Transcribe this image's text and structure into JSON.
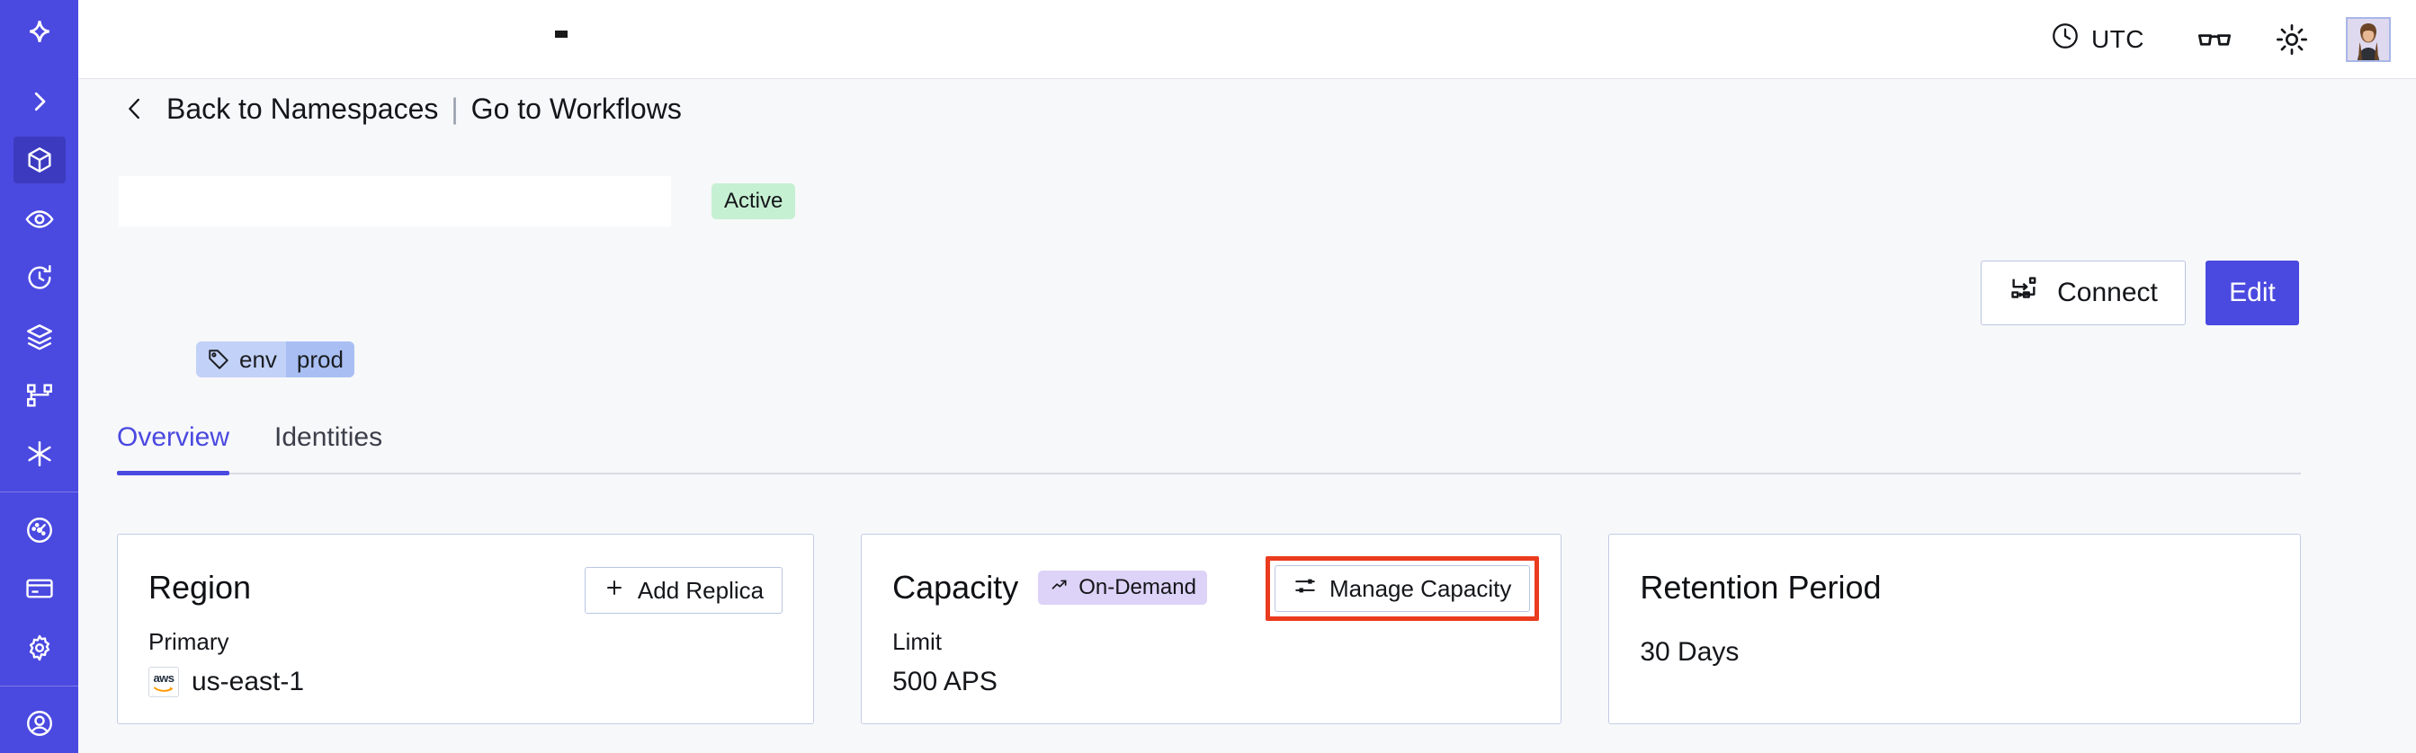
{
  "sidebar": {
    "items": [
      {
        "name": "logo",
        "icon": "star-logo-icon",
        "active": false
      },
      {
        "name": "expand",
        "icon": "chevron-right-icon",
        "active": false
      },
      {
        "name": "namespaces",
        "icon": "cube-icon",
        "active": true
      },
      {
        "name": "observability",
        "icon": "eye-icon",
        "active": false
      },
      {
        "name": "schedules",
        "icon": "clock-rewind-icon",
        "active": false
      },
      {
        "name": "layers",
        "icon": "layers-icon",
        "active": false
      },
      {
        "name": "workflows",
        "icon": "git-branch-icon",
        "active": false
      },
      {
        "name": "integrations",
        "icon": "asterisk-icon",
        "active": false
      },
      {
        "name": "usage",
        "icon": "gauge-icon",
        "active": false
      },
      {
        "name": "billing",
        "icon": "credit-card-icon",
        "active": false
      },
      {
        "name": "settings",
        "icon": "gear-icon",
        "active": false
      },
      {
        "name": "account",
        "icon": "user-circle-icon",
        "active": false
      }
    ]
  },
  "topbar": {
    "timezone_label": "UTC",
    "clock_icon": "clock-icon",
    "glasses_icon": "glasses-icon",
    "theme_icon": "sun-icon",
    "avatar_name": "avatar"
  },
  "breadcrumb": {
    "back_chevron": "chevron-left-icon",
    "back_label": "Back to Namespaces",
    "divider": "|",
    "forward_label": "Go to Workflows"
  },
  "header": {
    "namespace_title": "",
    "status_badge": "Active",
    "tag": {
      "icon": "tag-icon",
      "key": "env",
      "value": "prod"
    },
    "connect_label": "Connect",
    "connect_icon": "connect-icon",
    "edit_label": "Edit"
  },
  "tabs": [
    {
      "label": "Overview",
      "active": true
    },
    {
      "label": "Identities",
      "active": false
    }
  ],
  "cards": {
    "region": {
      "title": "Region",
      "action_label": "Add Replica",
      "action_icon": "plus-icon",
      "sub_label": "Primary",
      "provider_icon": "aws-icon",
      "provider_text": "aws",
      "value": "us-east-1"
    },
    "capacity": {
      "title": "Capacity",
      "badge_label": "On-Demand",
      "badge_icon": "trend-up-icon",
      "action_label": "Manage Capacity",
      "action_icon": "sliders-icon",
      "sub_label": "Limit",
      "value": "500 APS",
      "highlight_color": "#ea3b1e"
    },
    "retention": {
      "title": "Retention Period",
      "value": "30 Days"
    }
  },
  "colors": {
    "brand": "#4a49e0",
    "sidebar_active": "#3c3bc0",
    "page_bg": "#f7f8fa",
    "card_border": "#c2cde4",
    "badge_active_bg": "#c6f0d2",
    "badge_ondemand_bg": "#ddd2f7",
    "tag_bg": "#c2d1f7",
    "tag_value_bg": "#a9bff3",
    "highlight": "#ea3b1e"
  }
}
